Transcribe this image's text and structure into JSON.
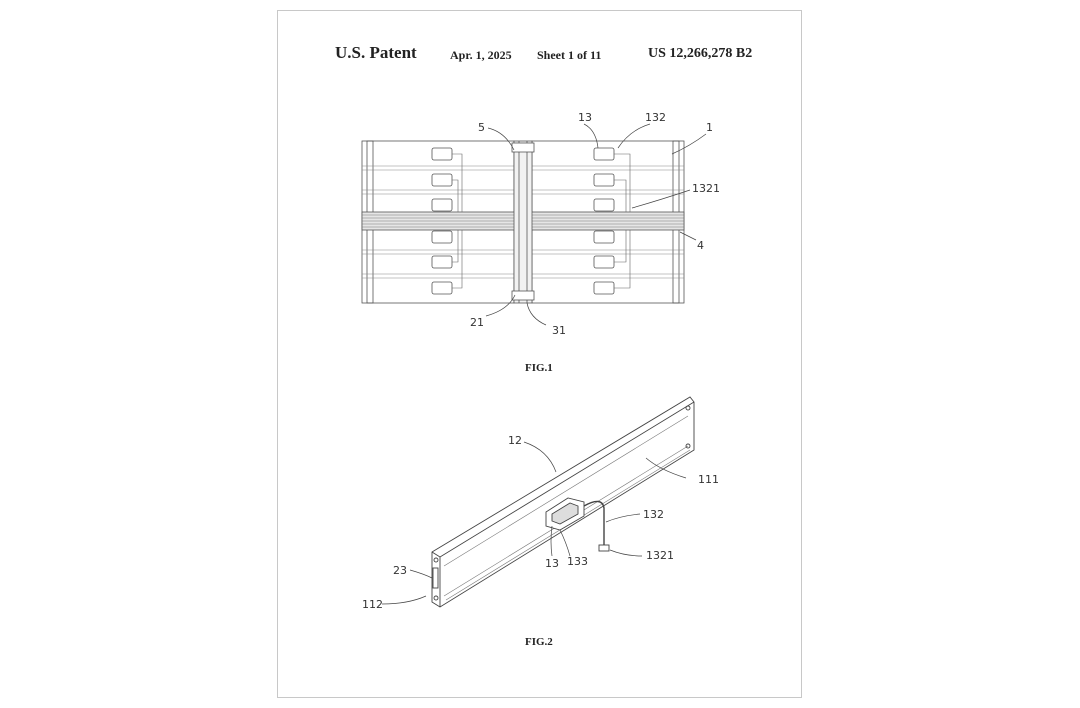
{
  "header": {
    "patent": "U.S. Patent",
    "date": "Apr. 1, 2025",
    "sheet": "Sheet 1 of 11",
    "number": "US 12,266,278 B2"
  },
  "fig1": {
    "caption": "FIG.1",
    "labels": [
      "5",
      "13",
      "132",
      "1",
      "1321",
      "4",
      "21",
      "31"
    ]
  },
  "fig2": {
    "caption": "FIG.2",
    "labels": [
      "12",
      "111",
      "132",
      "1321",
      "133",
      "13",
      "23",
      "112"
    ]
  }
}
